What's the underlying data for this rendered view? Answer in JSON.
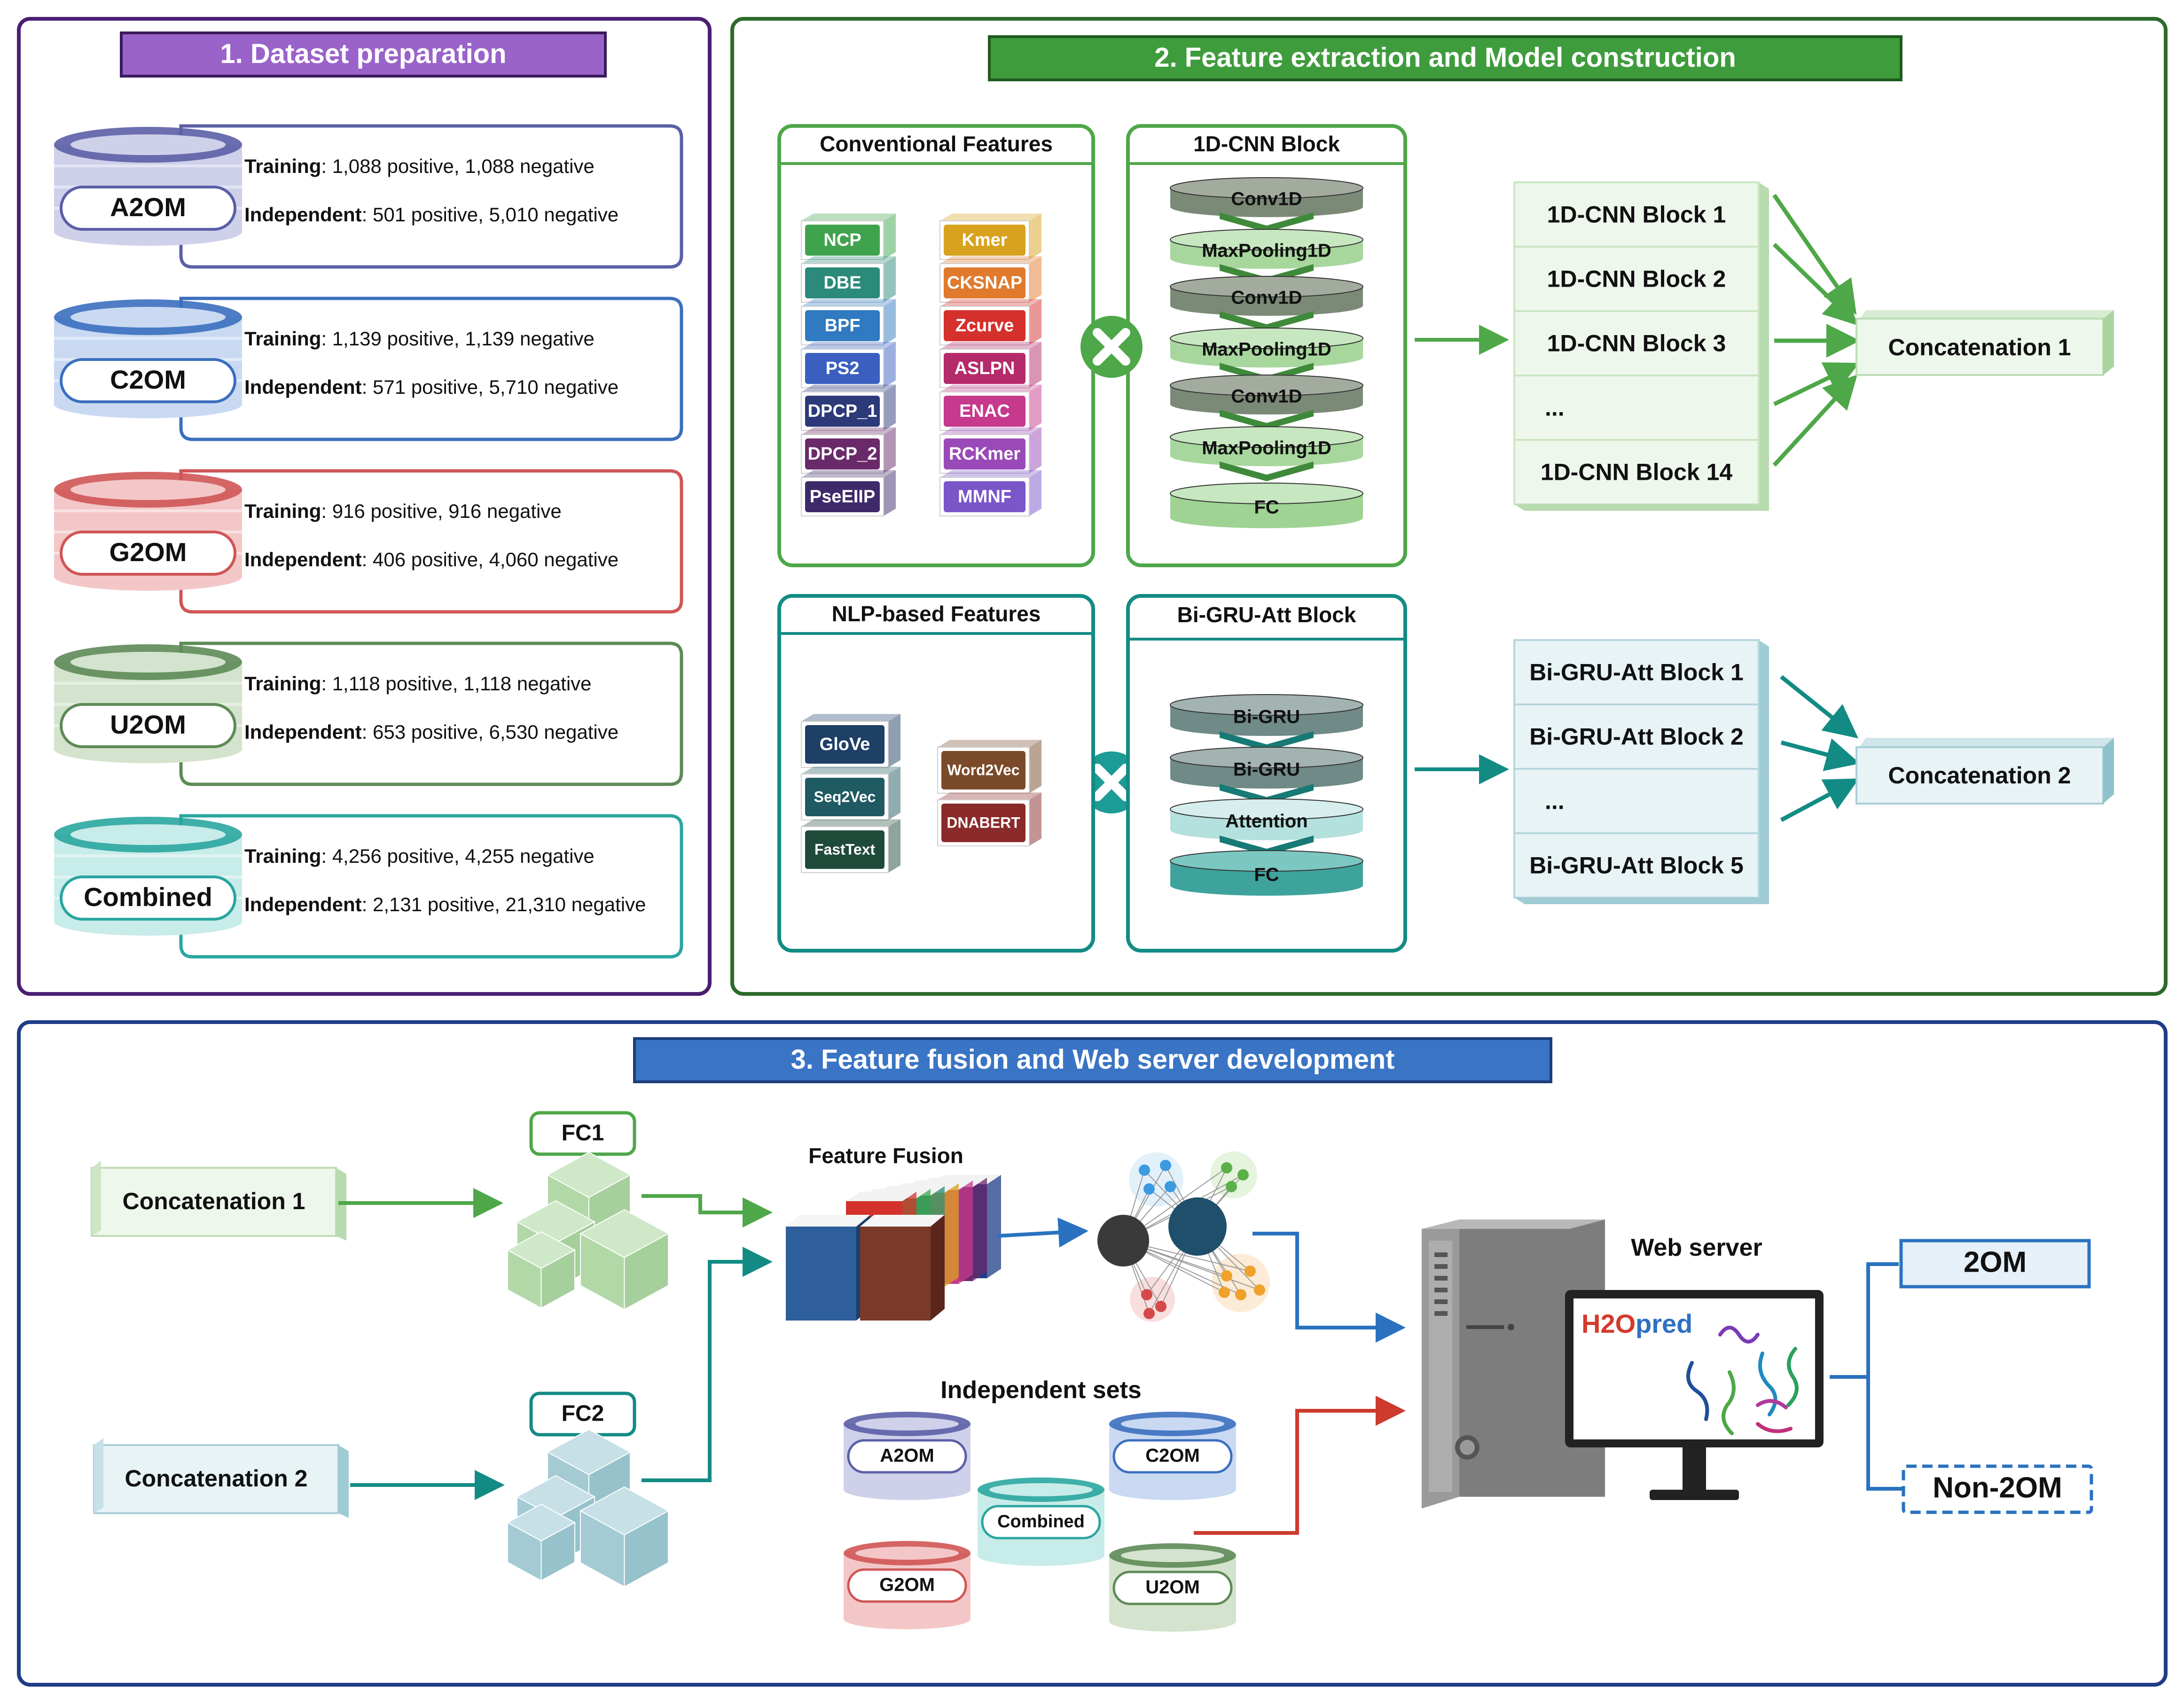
{
  "colors": {
    "purple": "#4a1f73",
    "purple_banner": "#9a63c9",
    "dark_green": "#2d6a2b",
    "green_banner": "#3f9c3d",
    "green": "#4ea748",
    "teal": "#138b85",
    "blue": "#2a5ea8",
    "blue_banner": "#3a74c4",
    "red": "#cc3b2e",
    "pink": "#c94a4a",
    "navy": "#1f3c88"
  },
  "section1": {
    "title": "1.    Dataset preparation",
    "training_label": "Training",
    "independent_label": "Independent",
    "datasets": [
      {
        "name": "A2OM",
        "color": "#5b5fa6",
        "light": "#cfd0ea",
        "training": ": 1,088 positive, 1,088 negative",
        "independent": ": 501 positive, 5,010 negative"
      },
      {
        "name": "C2OM",
        "color": "#3b6fbf",
        "light": "#c9d9f2",
        "training": ": 1,139 positive, 1,139 negative",
        "independent": ": 571 positive, 5,710 negative"
      },
      {
        "name": "G2OM",
        "color": "#d05555",
        "light": "#f3c7c7",
        "training": ": 916 positive, 916 negative",
        "independent": ": 406 positive, 4,060 negative"
      },
      {
        "name": "U2OM",
        "color": "#5d8a56",
        "light": "#d3e3cd",
        "training": ": 1,118 positive, 1,118 negative",
        "independent": ": 653 positive, 6,530 negative"
      },
      {
        "name": "Combined",
        "color": "#2aa6a0",
        "light": "#c8ece9",
        "training": ": 4,256 positive, 4,255 negative",
        "independent": ": 2,131 positive, 21,310 negative"
      }
    ]
  },
  "section2": {
    "title": "2.    Feature extraction and Model construction",
    "conventional": {
      "title": "Conventional Features",
      "left": [
        {
          "label": "NCP",
          "color": "#3fa34d"
        },
        {
          "label": "DBE",
          "color": "#2b8a7a"
        },
        {
          "label": "BPF",
          "color": "#2f7ac0"
        },
        {
          "label": "PS2",
          "color": "#3a5fc0"
        },
        {
          "label": "DPCP_1",
          "color": "#2c3a7a"
        },
        {
          "label": "DPCP_2",
          "color": "#6a2a6a"
        },
        {
          "label": "PseEIIP",
          "color": "#3e2a6a"
        }
      ],
      "right": [
        {
          "label": "Kmer",
          "color": "#d8a21e"
        },
        {
          "label": "CKSNAP",
          "color": "#e07a2c"
        },
        {
          "label": "Zcurve",
          "color": "#d4302c"
        },
        {
          "label": "ASLPN",
          "color": "#b52a6a"
        },
        {
          "label": "ENAC",
          "color": "#c6398c"
        },
        {
          "label": "RCKmer",
          "color": "#9a4ab8"
        },
        {
          "label": "MMNF",
          "color": "#7a56c9"
        }
      ]
    },
    "cnn": {
      "title": "1D-CNN Block",
      "layers": [
        "Conv1D",
        "MaxPooling1D",
        "Conv1D",
        "MaxPooling1D",
        "Conv1D",
        "MaxPooling1D",
        "FC"
      ]
    },
    "cnn_stack": [
      "1D-CNN Block 1",
      "1D-CNN Block 2",
      "1D-CNN Block 3",
      "...",
      "1D-CNN Block 14"
    ],
    "concat1": "Concatenation 1",
    "nlp": {
      "title": "NLP-based Features",
      "left": [
        {
          "label": "GloVe",
          "color": "#1e3f66"
        },
        {
          "label": "Seq2Vec",
          "color": "#1f5a63"
        },
        {
          "label": "FastText",
          "color": "#1f4a3a"
        }
      ],
      "right": [
        {
          "label": "Word2Vec",
          "color": "#7a4a2a"
        },
        {
          "label": "DNABERT",
          "color": "#8a2a2a"
        }
      ]
    },
    "gru": {
      "title": "Bi-GRU-Att Block",
      "layers": [
        "Bi-GRU",
        "Bi-GRU",
        "Attention",
        "FC"
      ]
    },
    "gru_stack": [
      "Bi-GRU-Att Block 1",
      "Bi-GRU-Att Block 2",
      "...",
      "Bi-GRU-Att Block 5"
    ],
    "concat2": "Concatenation 2"
  },
  "section3": {
    "title": "3.    Feature fusion and Web server development",
    "concat1": "Concatenation 1",
    "concat2": "Concatenation 2",
    "fc1": "FC1",
    "fc2": "FC2",
    "fusion": "Feature Fusion",
    "independent_title": "Independent sets",
    "independent_sets": [
      "A2OM",
      "C2OM",
      "Combined",
      "G2OM",
      "U2OM"
    ],
    "web_server": "Web server",
    "brand_h2o": "H2O",
    "brand_pred": "pred",
    "out_pos": "2OM",
    "out_neg": "Non-2OM"
  }
}
